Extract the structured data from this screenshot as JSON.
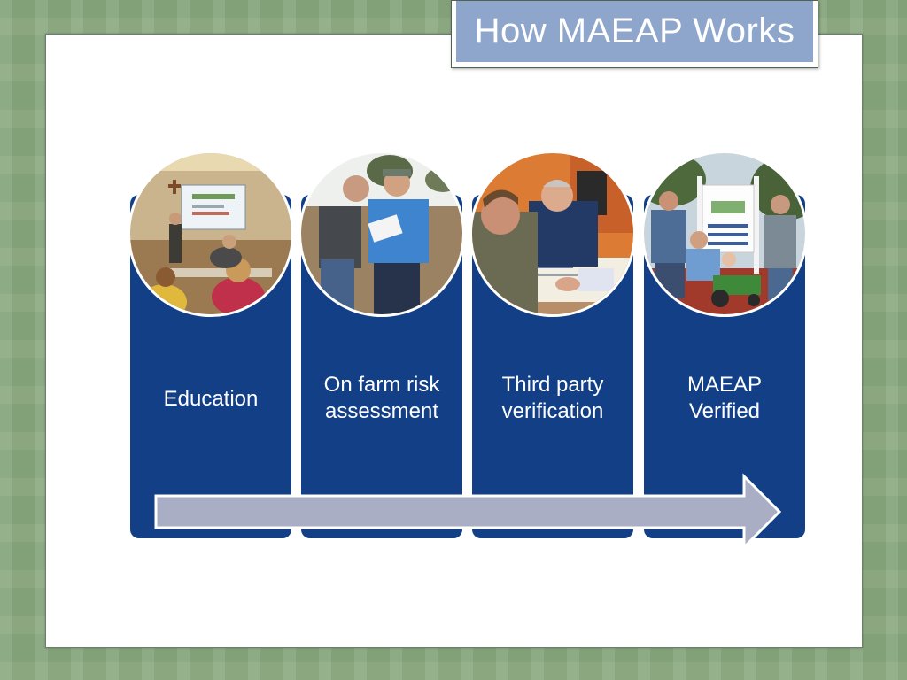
{
  "slide": {
    "title": "How MAEAP Works",
    "steps": [
      {
        "label": "Education",
        "photo_icon": "classroom-presentation-photo"
      },
      {
        "label": "On farm risk assessment",
        "photo_icon": "field-assessment-photo"
      },
      {
        "label": "Third party verification",
        "photo_icon": "paperwork-review-photo"
      },
      {
        "label": "MAEAP Verified",
        "photo_icon": "verified-farm-sign-photo"
      }
    ]
  },
  "colors": {
    "background_green": "#89a97f",
    "panel_blue": "#123f86",
    "title_blue": "#8fa6cc",
    "arrow_gray": "#a9aec4"
  }
}
